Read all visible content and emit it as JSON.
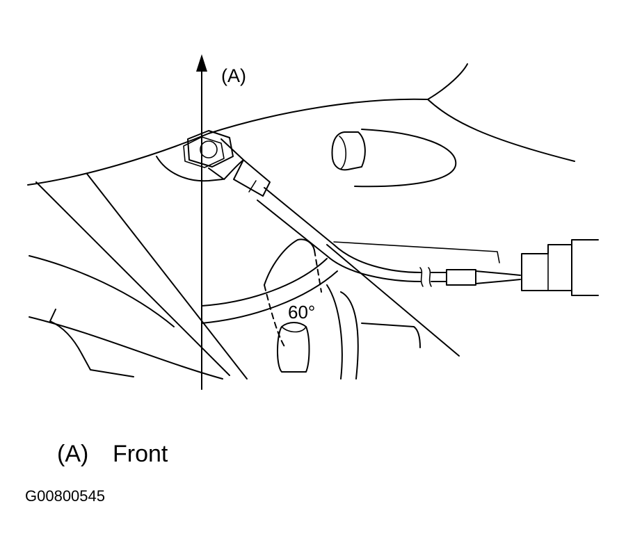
{
  "diagram": {
    "arrow_label": "(A)",
    "angle_label": "60°",
    "legend": {
      "key": "(A)",
      "text": "Front"
    },
    "figure_code": "G00800545"
  }
}
